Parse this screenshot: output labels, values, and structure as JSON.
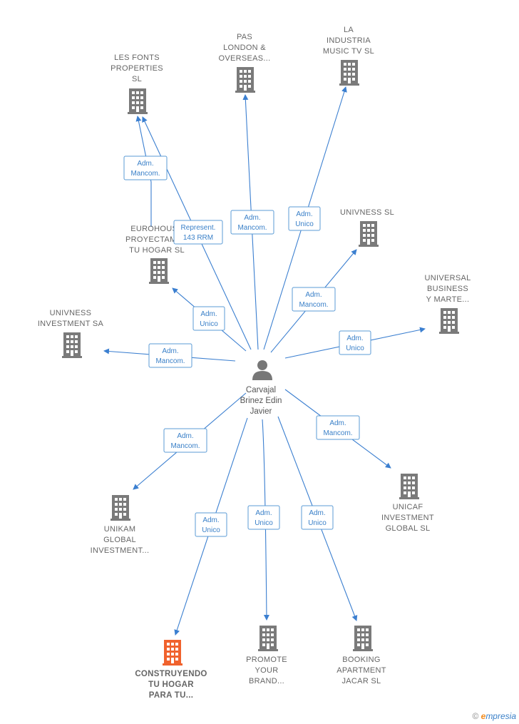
{
  "person": {
    "name_lines": [
      "Carvajal",
      "Brinez Edin",
      "Javier"
    ],
    "icon": "person-icon"
  },
  "companies": [
    {
      "id": "les-fonts",
      "lines": [
        "LES FONTS",
        "PROPERTIES",
        "SL"
      ],
      "icon": "building-icon"
    },
    {
      "id": "pas-london",
      "lines": [
        "PAS",
        "LONDON &",
        "OVERSEAS..."
      ],
      "icon": "building-icon"
    },
    {
      "id": "la-industria",
      "lines": [
        "LA",
        "INDUSTRIA",
        "MUSIC TV  SL"
      ],
      "icon": "building-icon"
    },
    {
      "id": "univness-sl",
      "lines": [
        "UNIVNESS  SL"
      ],
      "icon": "building-icon"
    },
    {
      "id": "eurohouse",
      "lines": [
        "EUROHOUSE",
        "PROYECTAMOS",
        "TU HOGAR  SL"
      ],
      "icon": "building-icon"
    },
    {
      "id": "universal-business",
      "lines": [
        "UNIVERSAL",
        "BUSINESS",
        "Y MARTE..."
      ],
      "icon": "building-icon"
    },
    {
      "id": "univness-investment",
      "lines": [
        "UNIVNESS",
        "INVESTMENT SA"
      ],
      "icon": "building-icon"
    },
    {
      "id": "unikam",
      "lines": [
        "UNIKAM",
        "GLOBAL",
        "INVESTMENT..."
      ],
      "icon": "building-icon"
    },
    {
      "id": "unicaf",
      "lines": [
        "UNICAF",
        "INVESTMENT",
        "GLOBAL  SL"
      ],
      "icon": "building-icon"
    },
    {
      "id": "construyendo",
      "lines": [
        "CONSTRUYENDO",
        "TU HOGAR",
        "PARA TU..."
      ],
      "icon": "building-icon",
      "highlight": true
    },
    {
      "id": "promote",
      "lines": [
        "PROMOTE",
        "YOUR",
        "BRAND..."
      ],
      "icon": "building-icon"
    },
    {
      "id": "booking",
      "lines": [
        "BOOKING",
        "APARTMENT",
        "JACAR  SL"
      ],
      "icon": "building-icon"
    }
  ],
  "roles": [
    {
      "id": "r-lesfonts-mancom",
      "lines": [
        "Adm.",
        "Mancom."
      ]
    },
    {
      "id": "r-lesfonts-represent",
      "lines": [
        "Represent.",
        "143 RRM"
      ]
    },
    {
      "id": "r-pas",
      "lines": [
        "Adm.",
        "Mancom."
      ]
    },
    {
      "id": "r-industria",
      "lines": [
        "Adm.",
        "Unico"
      ]
    },
    {
      "id": "r-univness-sl",
      "lines": [
        "Adm.",
        "Mancom."
      ]
    },
    {
      "id": "r-eurohouse",
      "lines": [
        "Adm.",
        "Unico"
      ]
    },
    {
      "id": "r-universal",
      "lines": [
        "Adm.",
        "Unico"
      ]
    },
    {
      "id": "r-univness-inv",
      "lines": [
        "Adm.",
        "Mancom."
      ]
    },
    {
      "id": "r-unikam",
      "lines": [
        "Adm.",
        "Mancom."
      ]
    },
    {
      "id": "r-unicaf",
      "lines": [
        "Adm.",
        "Mancom."
      ]
    },
    {
      "id": "r-construyendo",
      "lines": [
        "Adm.",
        "Unico"
      ]
    },
    {
      "id": "r-promote",
      "lines": [
        "Adm.",
        "Unico"
      ]
    },
    {
      "id": "r-booking",
      "lines": [
        "Adm.",
        "Unico"
      ]
    }
  ],
  "colors": {
    "edge": "#3b7fd0",
    "building": "#7a7a7a",
    "building_highlight": "#f0622d",
    "person": "#777777"
  },
  "watermark": {
    "copyright": "©",
    "brand_initial": "e",
    "brand_rest": "mpresia"
  }
}
